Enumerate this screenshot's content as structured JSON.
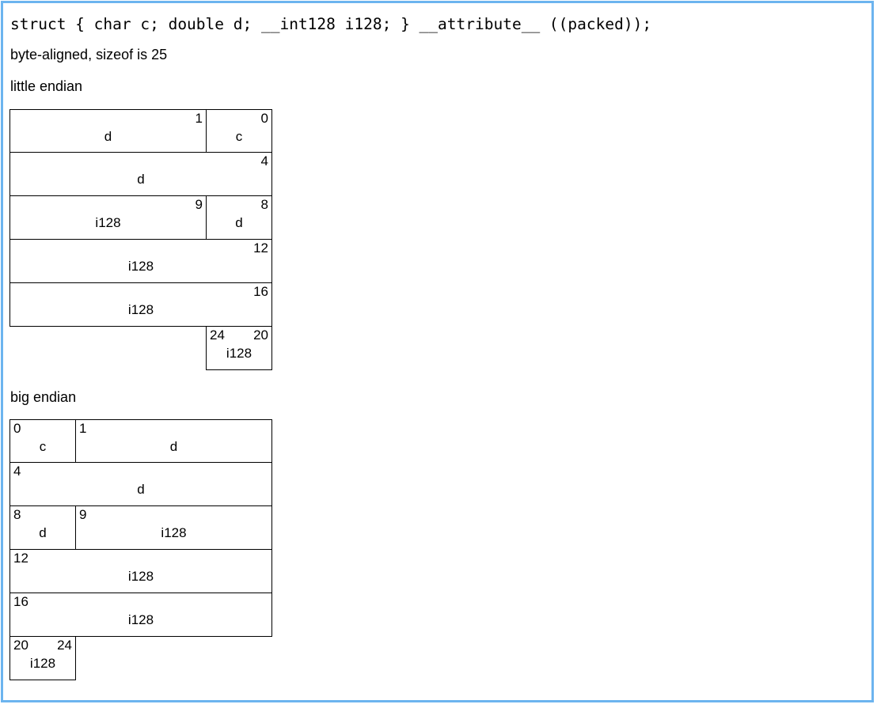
{
  "page": {
    "frame_color": "#6cb4ef",
    "background": "#ffffff"
  },
  "header": {
    "declaration": "struct { char c; double d; __int128 i128; } __attribute__ ((packed));",
    "alignment_note": "byte-aligned, sizeof is 25",
    "little_endian_label": "little endian",
    "big_endian_label": "big endian"
  },
  "diagram": {
    "little_endian": {
      "offset_align": "right",
      "rows": [
        {
          "cells": [
            {
              "offset_right": "1",
              "field": "d",
              "span": "wide",
              "side": "left"
            },
            {
              "offset_right": "0",
              "field": "c",
              "span": "narrow",
              "side": "right"
            }
          ]
        },
        {
          "cells": [
            {
              "offset_right": "4",
              "field": "d",
              "span": "full",
              "side": "full"
            }
          ]
        },
        {
          "cells": [
            {
              "offset_right": "9",
              "field": "i128",
              "span": "wide",
              "side": "left"
            },
            {
              "offset_right": "8",
              "field": "d",
              "span": "narrow",
              "side": "right"
            }
          ]
        },
        {
          "cells": [
            {
              "offset_right": "12",
              "field": "i128",
              "span": "full",
              "side": "full"
            }
          ]
        },
        {
          "cells": [
            {
              "offset_right": "16",
              "field": "i128",
              "span": "full",
              "side": "full"
            }
          ]
        },
        {
          "cells": [
            {
              "offset_left": "24",
              "offset_right": "20",
              "field": "i128",
              "span": "narrow",
              "side": "right"
            }
          ]
        }
      ]
    },
    "big_endian": {
      "offset_align": "left",
      "rows": [
        {
          "cells": [
            {
              "offset_left": "0",
              "field": "c",
              "span": "narrow",
              "side": "left"
            },
            {
              "offset_left": "1",
              "field": "d",
              "span": "wide",
              "side": "right"
            }
          ]
        },
        {
          "cells": [
            {
              "offset_left": "4",
              "field": "d",
              "span": "full",
              "side": "full"
            }
          ]
        },
        {
          "cells": [
            {
              "offset_left": "8",
              "field": "d",
              "span": "narrow",
              "side": "left"
            },
            {
              "offset_left": "9",
              "field": "i128",
              "span": "wide",
              "side": "right"
            }
          ]
        },
        {
          "cells": [
            {
              "offset_left": "12",
              "field": "i128",
              "span": "full",
              "side": "full"
            }
          ]
        },
        {
          "cells": [
            {
              "offset_left": "16",
              "field": "i128",
              "span": "full",
              "side": "full"
            }
          ]
        },
        {
          "cells": [
            {
              "offset_left": "20",
              "offset_right": "24",
              "field": "i128",
              "span": "narrow",
              "side": "left"
            }
          ]
        }
      ]
    }
  }
}
